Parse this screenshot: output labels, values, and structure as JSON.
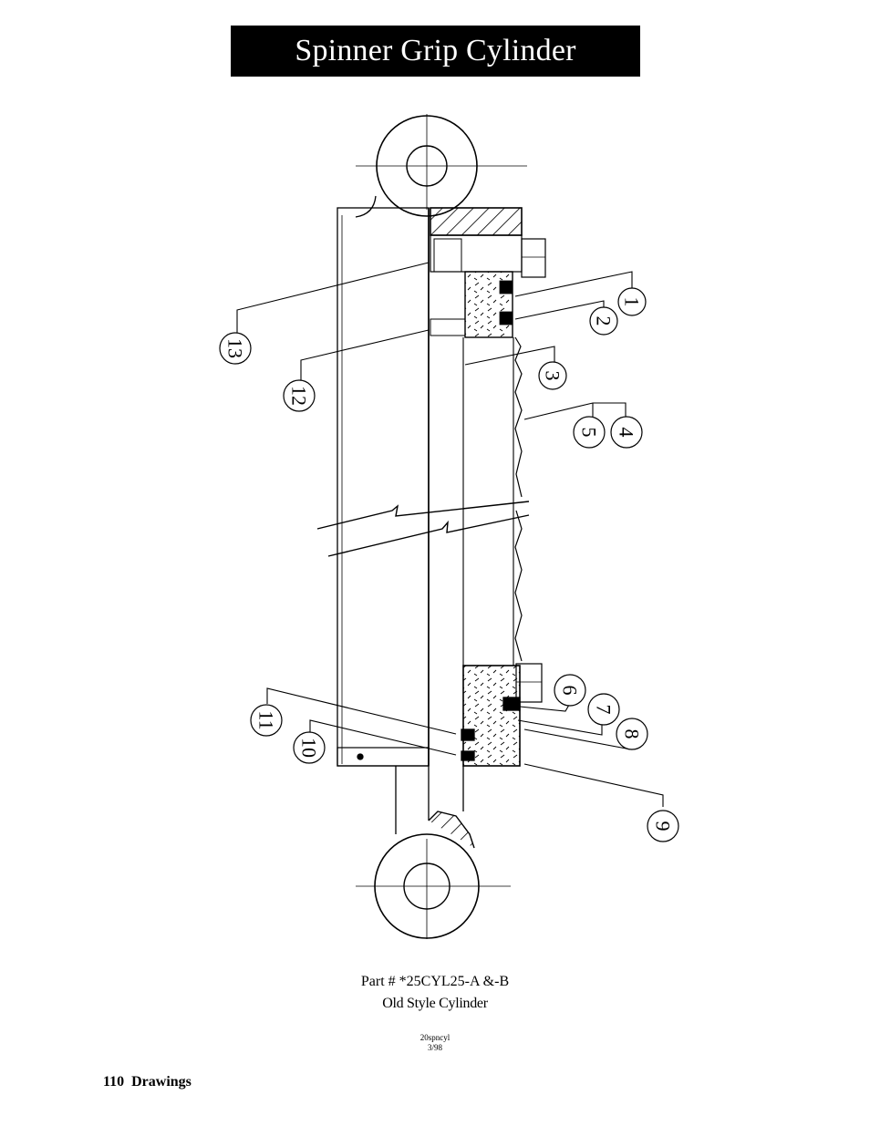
{
  "title": "Spinner Grip Cylinder",
  "part_number": "Part # *25CYL25-A &-B",
  "subtitle": "Old Style Cylinder",
  "drawing_code": "20spncyl",
  "drawing_date": "3/98",
  "footer": {
    "page": "110",
    "section": "Drawings"
  },
  "callouts": [
    "1",
    "2",
    "3",
    "4",
    "5",
    "6",
    "7",
    "8",
    "9",
    "10",
    "11",
    "12",
    "13"
  ]
}
